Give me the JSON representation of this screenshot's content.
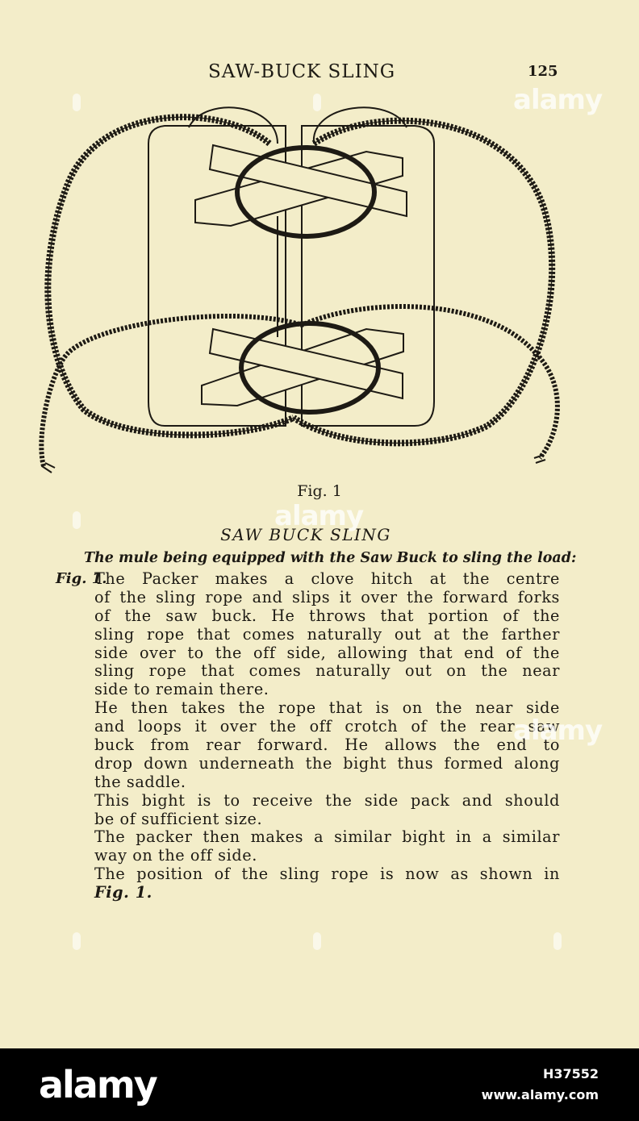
{
  "header": {
    "title": "SAW-BUCK SLING",
    "page_number": "125"
  },
  "figure": {
    "caption": "Fig. 1",
    "icon": "saw-buck-sling-illustration"
  },
  "section": {
    "title": "SAW BUCK SLING",
    "intro": "The mule being equipped with the Saw Buck to sling the load:",
    "fig_ref": "Fig. 1.",
    "lines": [
      "The Packer makes a clove hitch at the centre",
      "of the sling rope and slips it over the forward forks",
      "of the saw buck. He throws that portion of the",
      "sling rope that comes naturally out at the farther",
      "side over to the off side, allowing that end of the",
      "sling rope that comes naturally out on the near",
      "side to remain there.",
      "He then takes the rope that is on the near side",
      "and loops it over the off crotch of the rear saw",
      "buck from rear forward. He allows the end to",
      "drop down underneath the bight thus formed along",
      "the saddle.",
      "This bight is to receive the side pack and should",
      "be of sufficient size.",
      "The packer then makes a similar bight in a similar",
      "way on the off side.",
      "The position of the sling rope is now as shown in",
      "Fig. 1."
    ]
  },
  "watermark": {
    "text": "alamy"
  },
  "footer": {
    "logo": "alamy",
    "image_id": "H37552",
    "url": "www.alamy.com"
  }
}
